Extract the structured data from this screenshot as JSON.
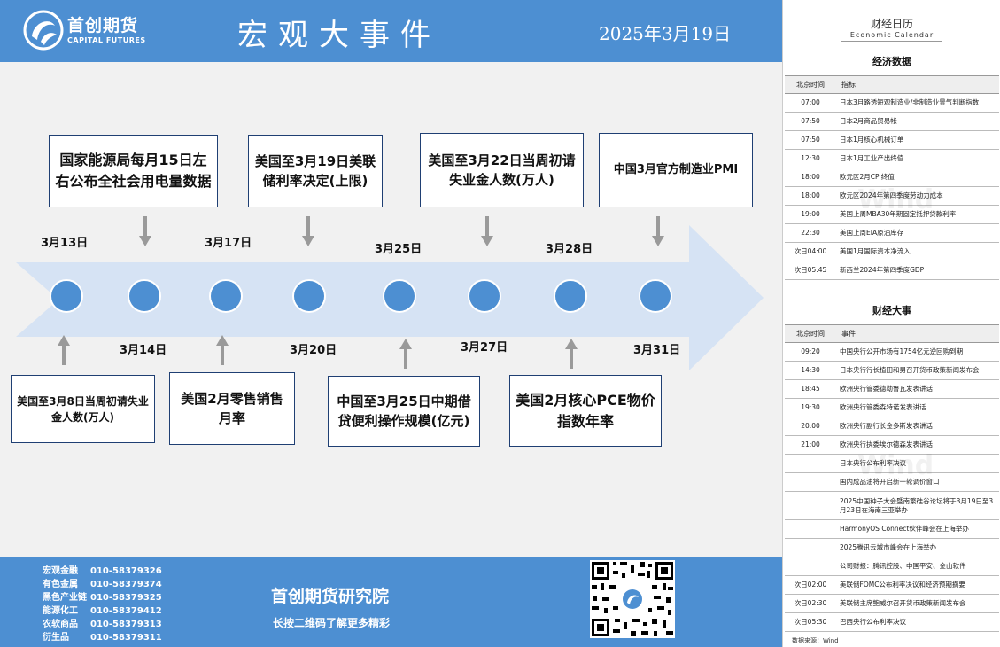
{
  "header": {
    "logo_cn": "首创期货",
    "logo_en": "CAPITAL FUTURES",
    "title": "宏观大事件",
    "date": "2025年3月19日"
  },
  "timeline": {
    "dates": [
      "3月13日",
      "3月14日",
      "3月17日",
      "3月20日",
      "3月25日",
      "3月27日",
      "3月28日",
      "3月31日"
    ],
    "top_events": [
      "国家能源局每月15日左右公布全社会用电量数据",
      "美国至3月19日美联储利率决定(上限)",
      "美国至3月22日当周初请失业金人数(万人)",
      "中国3月官方制造业PMI"
    ],
    "bottom_events": [
      "美国至3月8日当周初请失业金人数(万人)",
      "美国2月零售销售月率",
      "中国至3月25日中期借贷便利操作规模(亿元)",
      "美国2月核心PCE物价指数年率"
    ]
  },
  "footer": {
    "contacts": [
      {
        "name": "宏观金融",
        "phone": "010-58379326"
      },
      {
        "name": "有色金属",
        "phone": "010-58379374"
      },
      {
        "name": "黑色产业链",
        "phone": "010-58379325"
      },
      {
        "name": "能源化工",
        "phone": "010-58379412"
      },
      {
        "name": "农软商品",
        "phone": "010-58379313"
      },
      {
        "name": "衍生品",
        "phone": "010-58379311"
      }
    ],
    "institute": "首创期货研究院",
    "qr_hint": "长按二维码了解更多精彩"
  },
  "calendar": {
    "title": "财经日历",
    "subtitle": "Economic Calendar",
    "watermark": "Wind",
    "economic": {
      "title": "经济数据",
      "col_time": "北京时间",
      "col_item": "指标",
      "rows": [
        {
          "time": "07:00",
          "item": "日本3月路透短观制造业/非制造业景气判断指数"
        },
        {
          "time": "07:50",
          "item": "日本2月商品贸易帐"
        },
        {
          "time": "07:50",
          "item": "日本1月核心机械订单"
        },
        {
          "time": "12:30",
          "item": "日本1月工业产出终值"
        },
        {
          "time": "18:00",
          "item": "欧元区2月CPI终值"
        },
        {
          "time": "18:00",
          "item": "欧元区2024年第四季度劳动力成本"
        },
        {
          "time": "19:00",
          "item": "美国上周MBA30年期固定抵押贷款利率"
        },
        {
          "time": "22:30",
          "item": "美国上周EIA原油库存"
        },
        {
          "time": "次日04:00",
          "item": "美国1月国际资本净流入"
        },
        {
          "time": "次日05:45",
          "item": "新西兰2024年第四季度GDP"
        }
      ]
    },
    "events": {
      "title": "财经大事",
      "col_time": "北京时间",
      "col_item": "事件",
      "rows": [
        {
          "time": "09:20",
          "item": "中国央行公开市场有1754亿元逆回购到期"
        },
        {
          "time": "14:30",
          "item": "日本央行行长植田和男召开货币政策新闻发布会"
        },
        {
          "time": "18:45",
          "item": "欧洲央行管委德勒鲁瓦发表讲话"
        },
        {
          "time": "19:30",
          "item": "欧洲央行管委森特诺发表讲话"
        },
        {
          "time": "20:00",
          "item": "欧洲央行副行长金多斯发表讲话"
        },
        {
          "time": "21:00",
          "item": "欧洲央行执委埃尔德森发表讲话"
        },
        {
          "time": "",
          "item": "日本央行公布利率决议"
        },
        {
          "time": "",
          "item": "国内成品油将开启新一轮调价窗口"
        },
        {
          "time": "",
          "item": "2025中国种子大会暨南繁硅谷论坛将于3月19日至3月23日在海南三亚举办"
        },
        {
          "time": "",
          "item": "HarmonyOS Connect伙伴峰会在上海举办"
        },
        {
          "time": "",
          "item": "2025腾讯云城市峰会在上海举办"
        },
        {
          "time": "",
          "item": "公司财报：腾讯控股、中国平安、金山软件"
        },
        {
          "time": "次日02:00",
          "item": "美联储FOMC公布利率决议和经济预期摘要"
        },
        {
          "time": "次日02:30",
          "item": "美联储主席鲍威尔召开货币政策新闻发布会"
        },
        {
          "time": "次日05:30",
          "item": "巴西央行公布利率决议"
        }
      ]
    },
    "source": "数据来源：Wind"
  },
  "colors": {
    "brand_blue": "#4d8fd2",
    "arrow_fill": "#d6e3f4",
    "box_border": "#1f3f73",
    "connector_gray": "#9a9a9a"
  }
}
